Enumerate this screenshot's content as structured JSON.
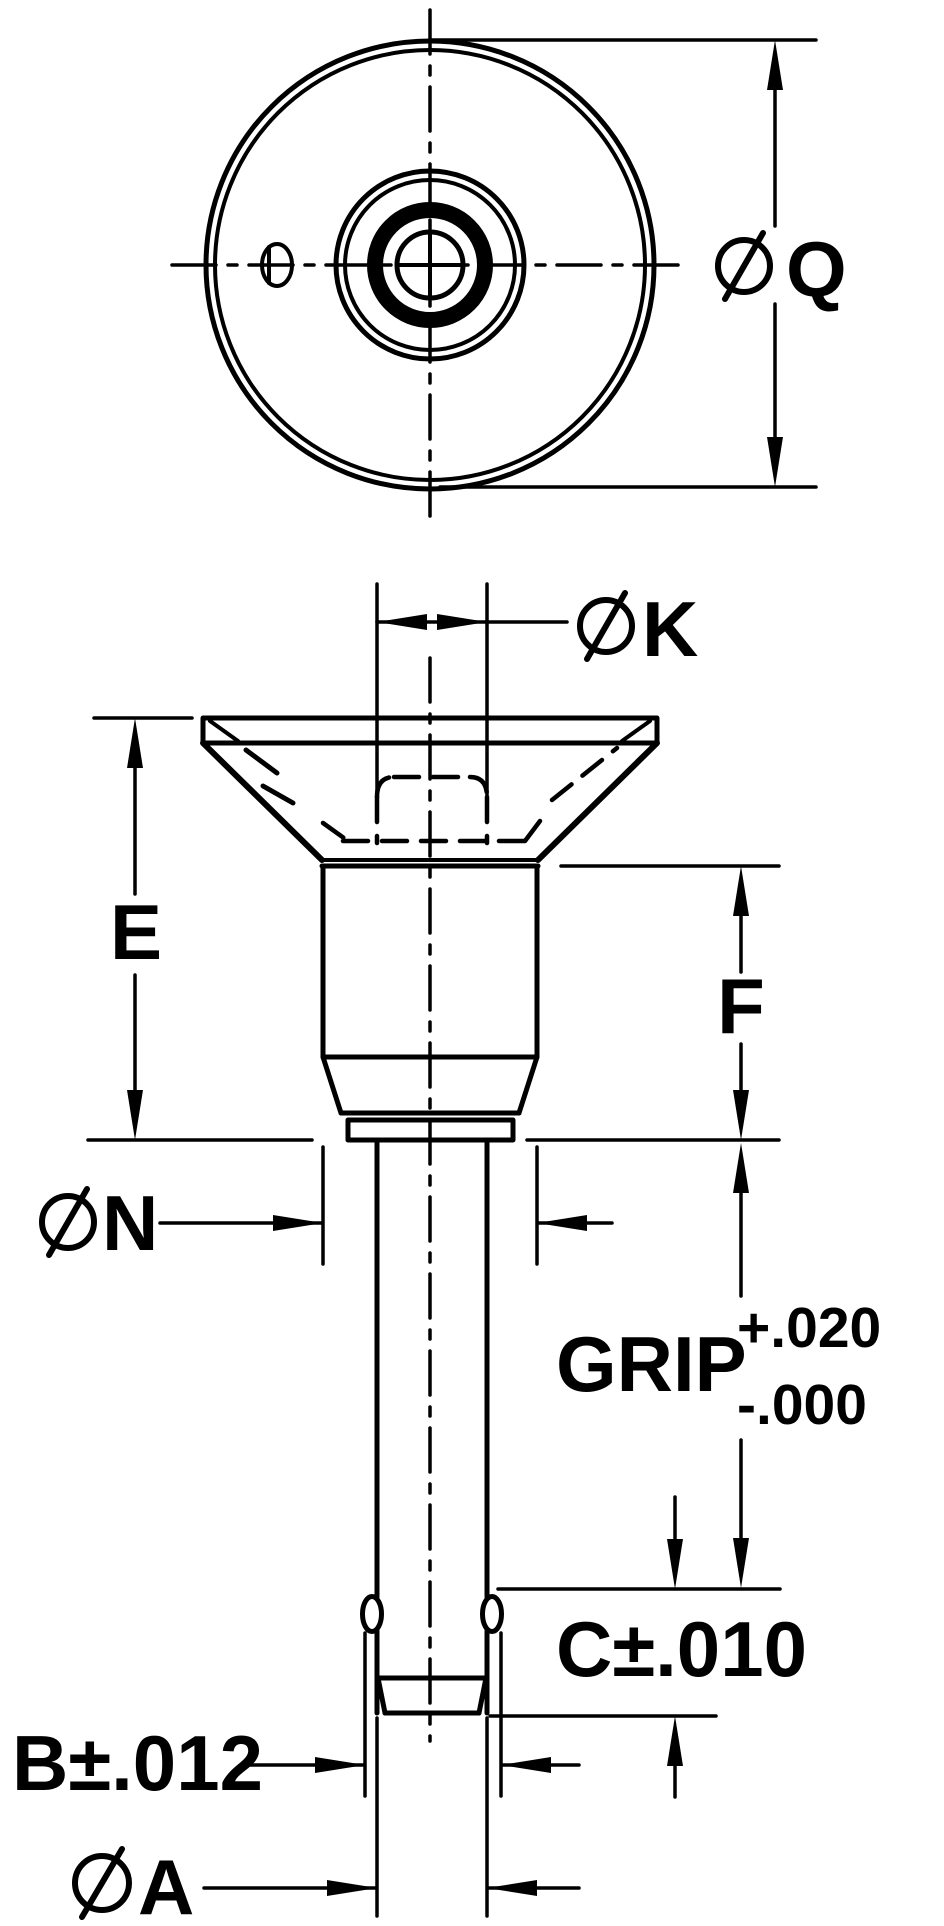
{
  "drawing": {
    "background_color": "#ffffff",
    "line_color": "#000000",
    "dims": {
      "q": {
        "symbol": "⌀",
        "letter": "Q"
      },
      "k": {
        "symbol": "⌀",
        "letter": "K"
      },
      "e": {
        "letter": "E"
      },
      "f": {
        "letter": "F"
      },
      "n": {
        "symbol": "⌀",
        "letter": "N"
      },
      "grip": {
        "label": "GRIP",
        "tol_plus": "+.020",
        "tol_minus": "-.000"
      },
      "c": {
        "label": "C±.010"
      },
      "b": {
        "label": "B±.012"
      },
      "a": {
        "symbol": "⌀",
        "letter": "A"
      }
    }
  }
}
